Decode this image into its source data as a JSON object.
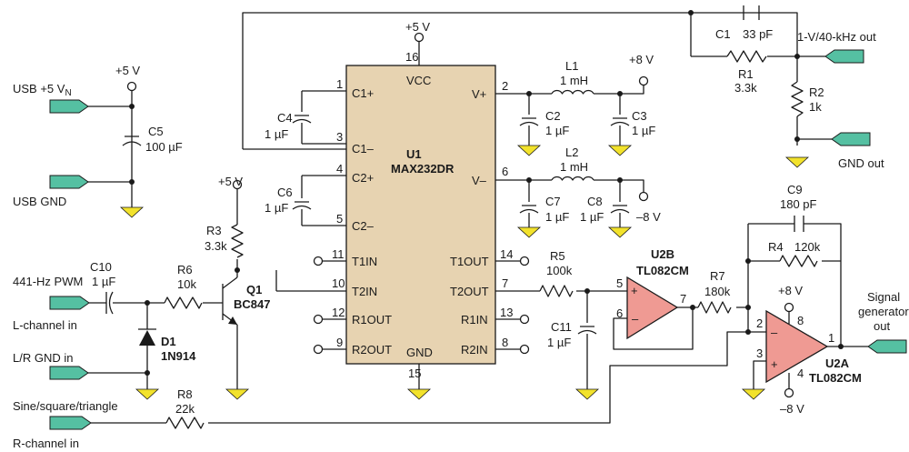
{
  "rails": {
    "p5v": "+5 V",
    "p8v": "+8 V",
    "m8v": "–8 V"
  },
  "usb": {
    "vn": "USB +5 V",
    "vn_sub": "N",
    "gnd": "USB GND"
  },
  "c5": {
    "name": "C5",
    "value": "100 µF"
  },
  "c4": {
    "name": "C4",
    "value": "1 µF"
  },
  "c6": {
    "name": "C6",
    "value": "1 µF"
  },
  "u1": {
    "name": "U1",
    "part": "MAX232DR",
    "pins": {
      "vcc": "VCC",
      "gnd": "GND",
      "c1p": "C1+",
      "c1m": "C1–",
      "c2p": "C2+",
      "c2m": "C2–",
      "vp": "V+",
      "vm": "V–",
      "t1in": "T1IN",
      "t2in": "T2IN",
      "r1out": "R1OUT",
      "r2out": "R2OUT",
      "t1out": "T1OUT",
      "t2out": "T2OUT",
      "r1in": "R1IN",
      "r2in": "R2IN"
    },
    "nums": {
      "n16": "16",
      "n15": "15",
      "n1": "1",
      "n3": "3",
      "n4": "4",
      "n5": "5",
      "n11": "11",
      "n10": "10",
      "n12": "12",
      "n9": "9",
      "n2": "2",
      "n6": "6",
      "n14": "14",
      "n7": "7",
      "n13": "13",
      "n8": "8"
    }
  },
  "l1": {
    "name": "L1",
    "value": "1 mH"
  },
  "l2": {
    "name": "L2",
    "value": "1 mH"
  },
  "c2": {
    "name": "C2",
    "value": "1 µF"
  },
  "c3": {
    "name": "C3",
    "value": "1 µF"
  },
  "c7": {
    "name": "C7",
    "value": "1 µF"
  },
  "c8": {
    "name": "C8",
    "value": "1 µF"
  },
  "c1": {
    "name": "C1",
    "value": "33 pF"
  },
  "r1": {
    "name": "R1",
    "value": "3.3k"
  },
  "r2": {
    "name": "R2",
    "value": "1k"
  },
  "outputs": {
    "sig1v": "1-V/40-kHz out",
    "gndout": "GND out",
    "siggen1": "Signal",
    "siggen2": "generator",
    "siggen3": "out"
  },
  "r3": {
    "name": "R3",
    "value": "3.3k"
  },
  "q1": {
    "name": "Q1",
    "part": "BC847"
  },
  "inputs": {
    "pwm": "441-Hz PWM",
    "lch": "L-channel in",
    "lrgnd": "L/R GND in",
    "sine": "Sine/square/triangle",
    "rch": "R-channel in"
  },
  "c10": {
    "name": "C10",
    "value": "1 µF"
  },
  "r6": {
    "name": "R6",
    "value": "10k"
  },
  "d1": {
    "name": "D1",
    "part": "1N914"
  },
  "r5": {
    "name": "R5",
    "value": "100k"
  },
  "c11": {
    "name": "C11",
    "value": "1 µF"
  },
  "u2b": {
    "name": "U2B",
    "part": "TL082CM",
    "p5": "5",
    "p6": "6",
    "p7": "7"
  },
  "r7": {
    "name": "R7",
    "value": "180k"
  },
  "c9": {
    "name": "C9",
    "value": "180 pF"
  },
  "r4": {
    "name": "R4",
    "value": "120k"
  },
  "u2a": {
    "name": "U2A",
    "part": "TL082CM",
    "p1": "1",
    "p2": "2",
    "p3": "3",
    "p4": "4",
    "p8": "8"
  },
  "r8": {
    "name": "R8",
    "value": "22k"
  },
  "signs": {
    "plus": "+",
    "minus": "–"
  }
}
